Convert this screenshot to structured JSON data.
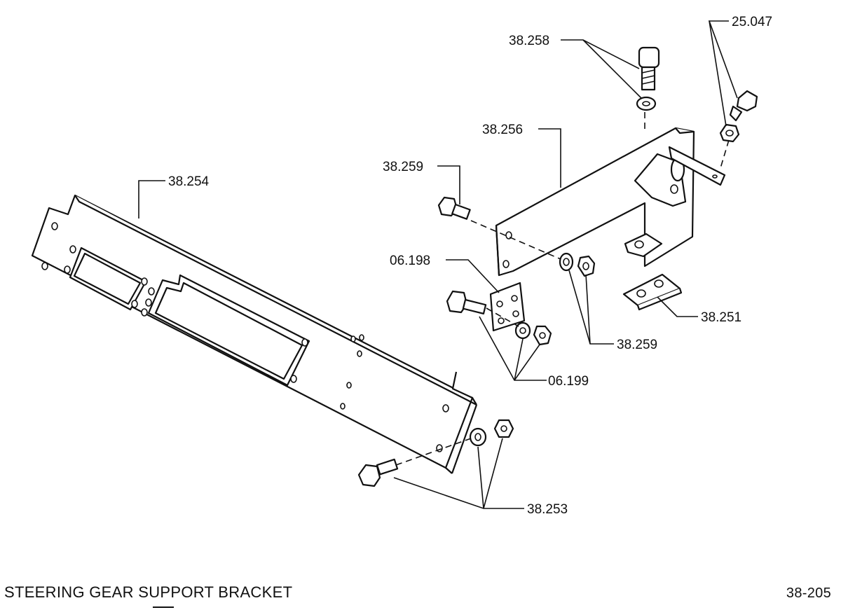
{
  "title": "STEERING GEAR SUPPORT BRACKET",
  "page_number": "38-205",
  "callouts": {
    "c_38_258": "38.258",
    "c_25_047": "25.047",
    "c_38_256": "38.256",
    "c_38_259_top": "38.259",
    "c_38_254": "38.254",
    "c_06_198": "06.198",
    "c_38_251": "38.251",
    "c_38_259_bottom": "38.259",
    "c_06_199": "06.199",
    "c_38_253": "38.253"
  }
}
